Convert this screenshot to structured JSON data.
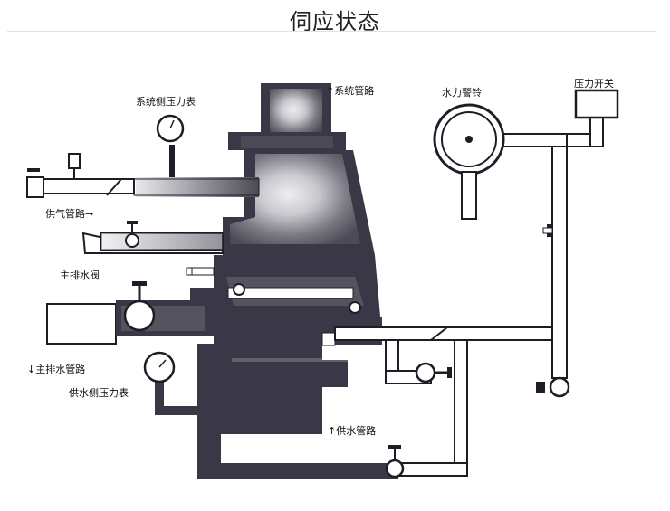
{
  "title": "伺应状态",
  "labels": {
    "system_gauge": "系统侧压力表",
    "system_pipe": "↑系统管路",
    "water_bell": "水力警铃",
    "pressure_switch": "压力开关",
    "air_pipe": "供气管路→",
    "main_drain_valve": "主排水阀",
    "main_drain_pipe": "↓主排水管路",
    "supply_gauge": "供水侧压力表",
    "supply_pipe": "↑供水管路"
  },
  "colors": {
    "pipe_dark": "#3a3846",
    "pipe_light": "#ffffff",
    "outline": "#1e1d26",
    "gas_light": "#e6e6ea",
    "gas_dark": "#55545e"
  }
}
